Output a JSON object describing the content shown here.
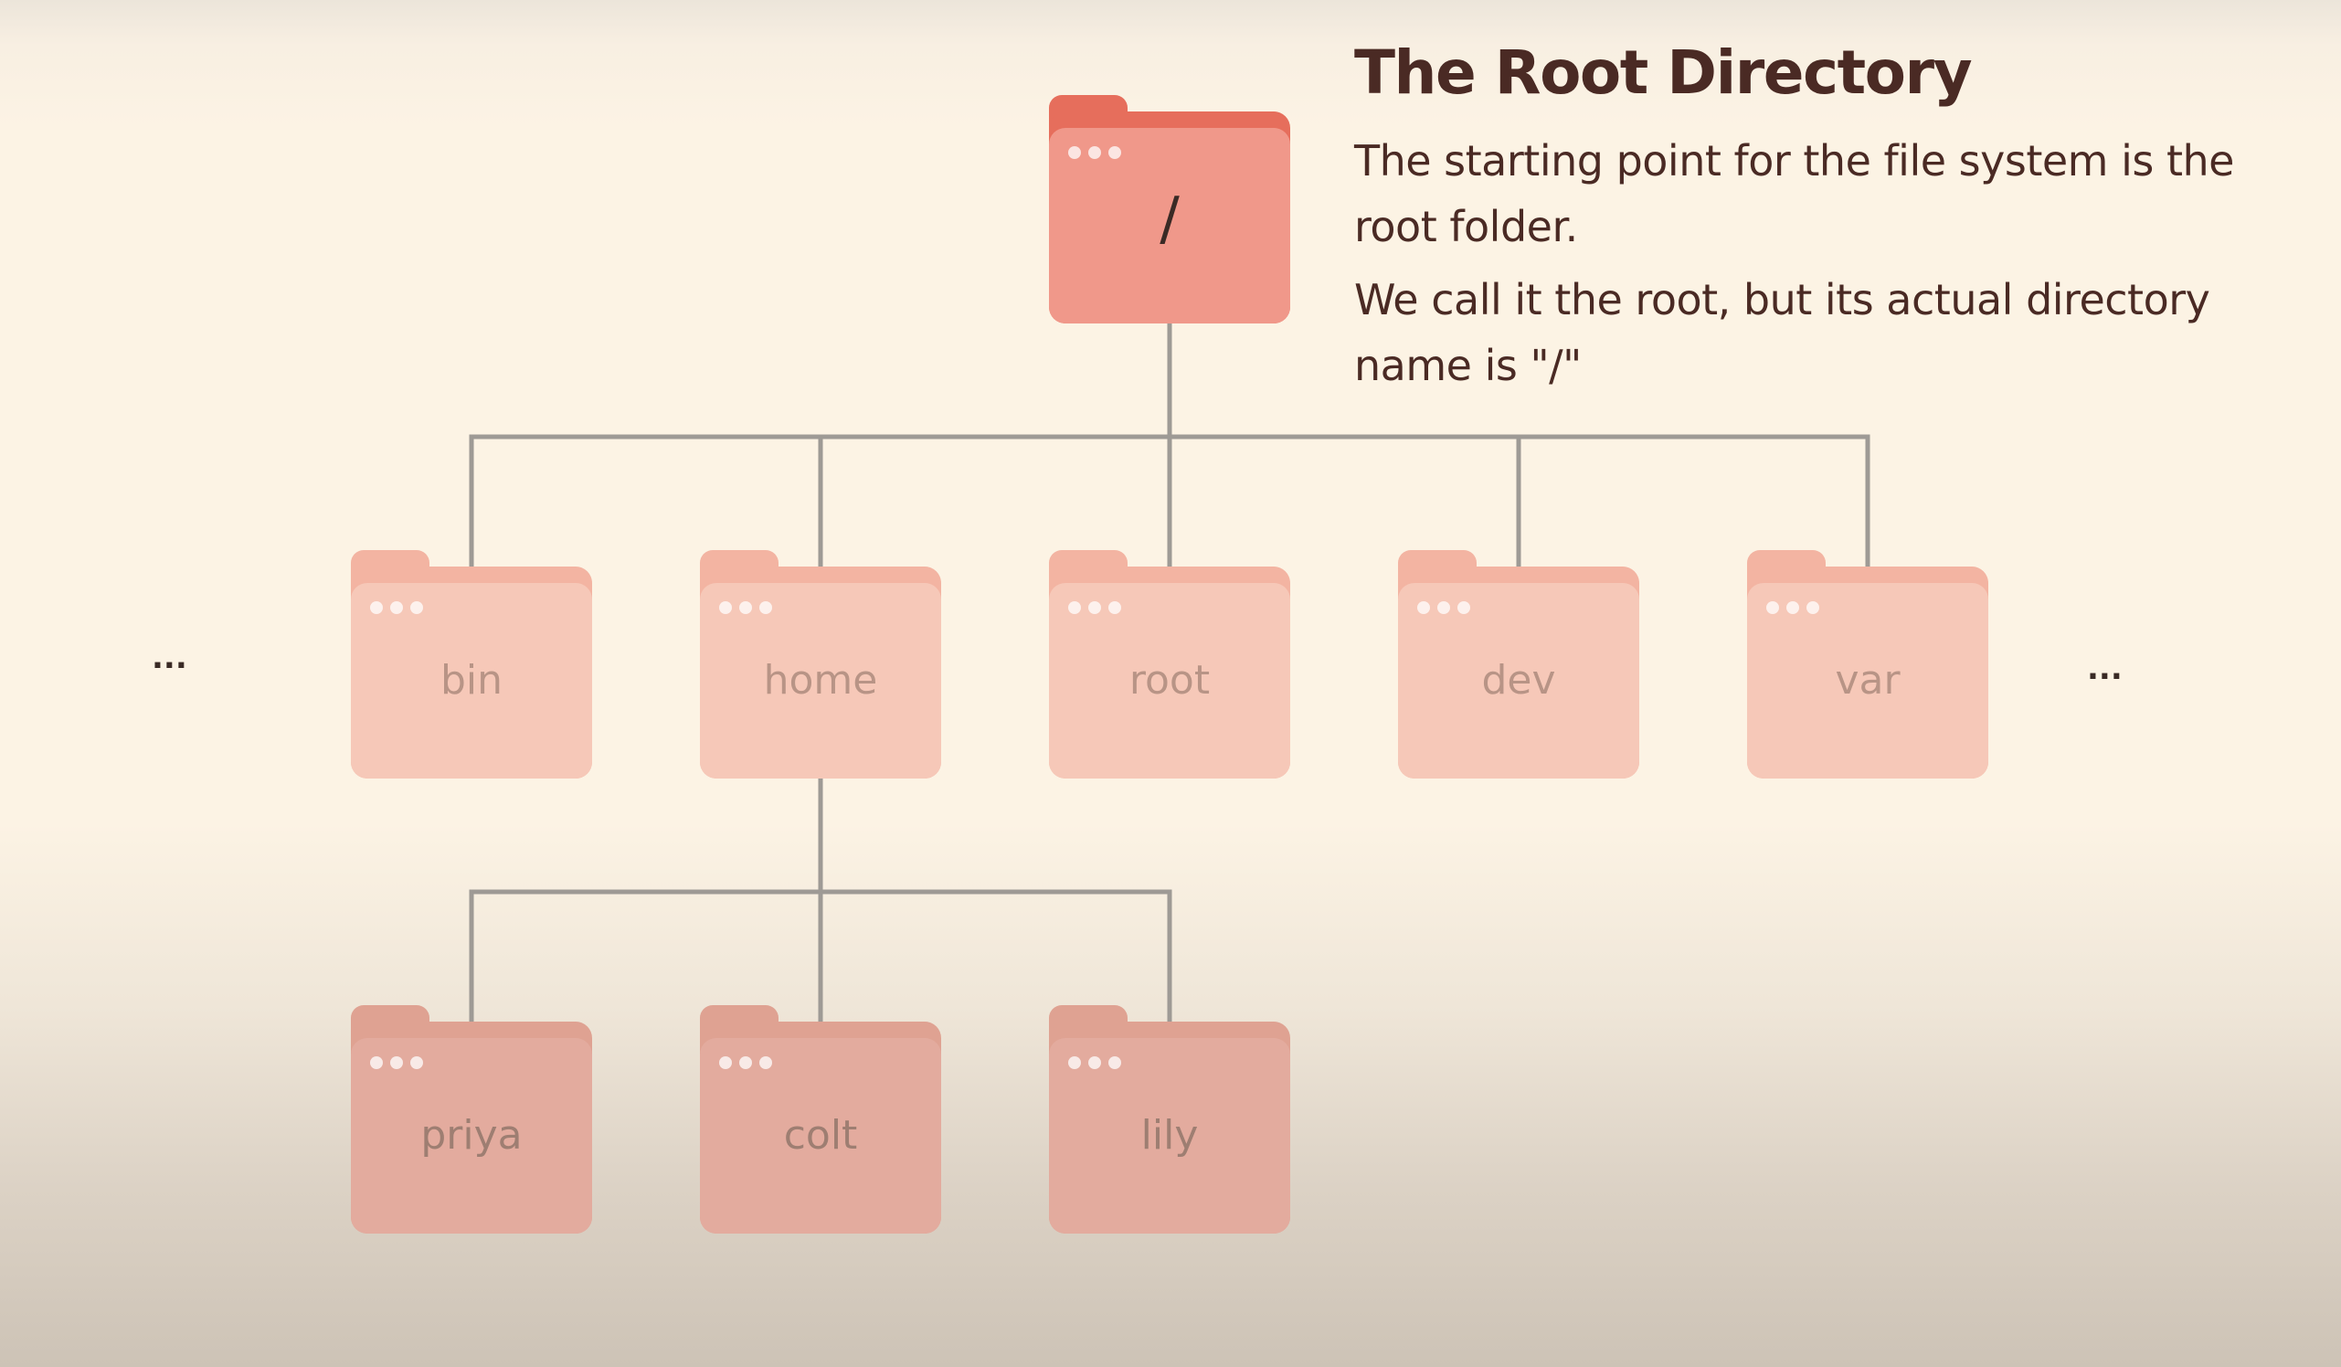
{
  "title": "The Root Directory",
  "description": [
    "The starting point for the file system is the root folder.",
    "We call it the root, but its actual directory name is \"/\""
  ],
  "ellipsis_left": "...",
  "ellipsis_right": "...",
  "colors": {
    "root_folder": "#f0988a",
    "root_tab": "#e66e5c",
    "child_folder": "#f6c8b8",
    "child_tab": "#f3b4a2",
    "grandchild_folder": "#e3ab9e",
    "connector": "#9e9a95",
    "title_text": "#4a2a24"
  },
  "tree": {
    "root": {
      "label": "/"
    },
    "children": [
      {
        "label": "bin"
      },
      {
        "label": "home"
      },
      {
        "label": "root"
      },
      {
        "label": "dev"
      },
      {
        "label": "var"
      }
    ],
    "home_children": [
      {
        "label": "priya"
      },
      {
        "label": "colt"
      },
      {
        "label": "lily"
      }
    ]
  }
}
